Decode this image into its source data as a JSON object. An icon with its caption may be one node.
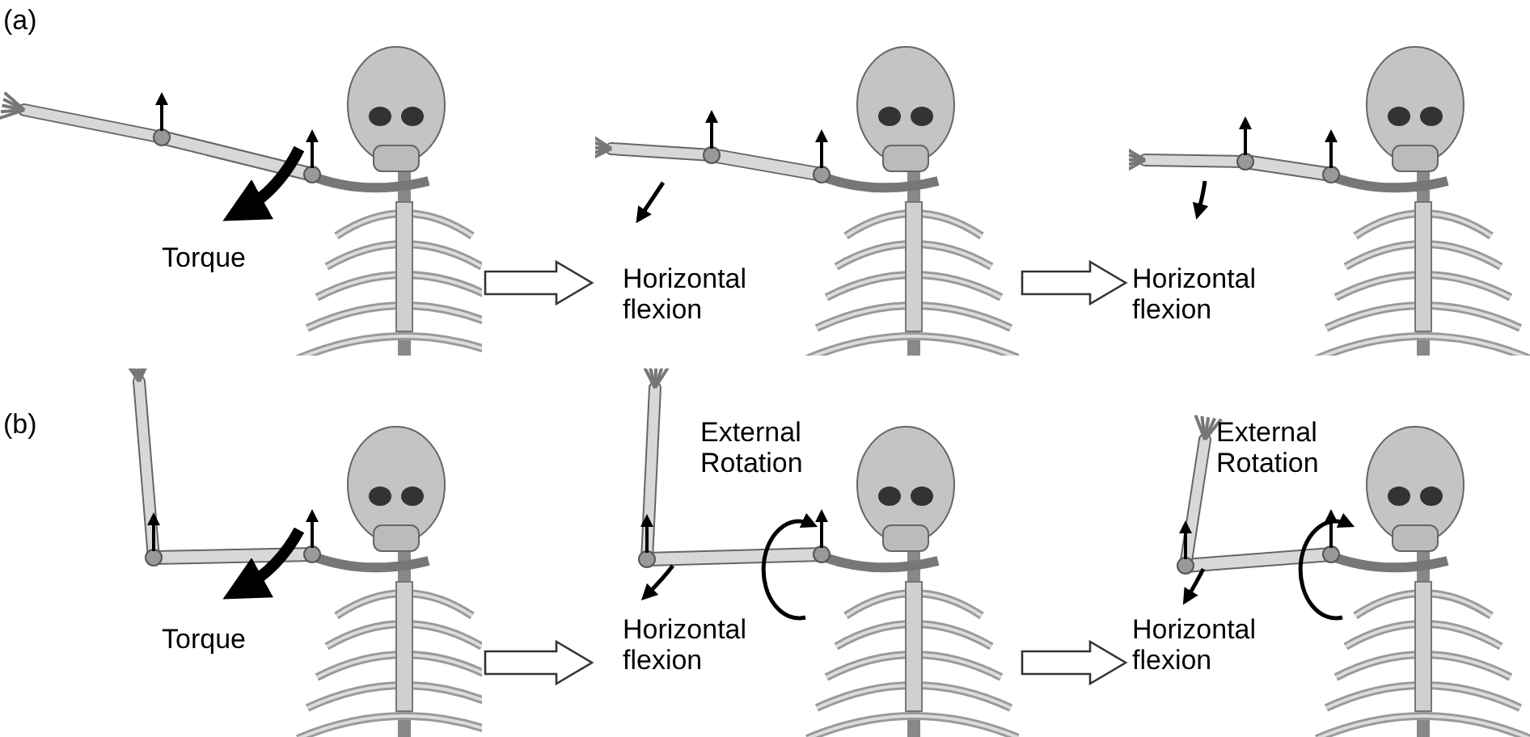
{
  "diagram": {
    "nodes": [
      {
        "text": [],
        "shape": "picture"
      },
      {
        "text": [],
        "shape": "picture"
      },
      {
        "text": [],
        "shape": "picture"
      },
      {
        "text": [],
        "shape": "picture"
      },
      {
        "text": [],
        "shape": "picture"
      },
      {
        "text": [],
        "shape": "picture"
      }
    ],
    "edges": [
      {
        "from": 0,
        "to": 1,
        "arrow": "to"
      },
      {
        "from": 1,
        "to": 2,
        "arrow": "to"
      },
      {
        "from": 3,
        "to": 4,
        "arrow": "to"
      },
      {
        "from": 4,
        "to": 5,
        "arrow": "to"
      }
    ],
    "labels": [
      "(a)",
      "Torque",
      "Horizontal flexion",
      "Horizontal flexion",
      "(b)",
      "Torque",
      "External Rotation",
      "Horizontal flexion",
      "External Rotation",
      "Horizontal flexion"
    ]
  }
}
